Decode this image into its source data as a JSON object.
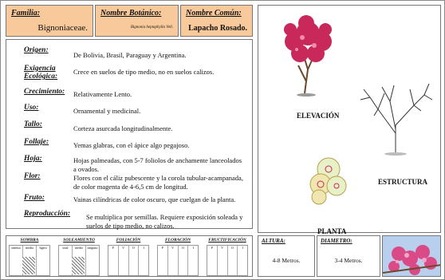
{
  "header": {
    "familia": {
      "label": "Familia:",
      "value": "Bignoniaceae."
    },
    "botanico": {
      "label": "Nombre Botánico:",
      "value": "Bignonia heptaphylla Vell."
    },
    "comun": {
      "label": "Nombre Común:",
      "value": "Lapacho Rosado."
    }
  },
  "rows": [
    {
      "label": "Origen:",
      "value": "De Bolivia, Brasil, Paraguay y Argentina."
    },
    {
      "label": "Exigencia Ecológica:",
      "value": "Crece en suelos de tipo medio, no en suelos calizos."
    },
    {
      "label": "Crecimiento:",
      "value": "Relativamente Lento."
    },
    {
      "label": "Uso:",
      "value": "Ornamental y medicinal."
    },
    {
      "label": "Tallo:",
      "value": "Corteza asurcada longitudinalmente."
    },
    {
      "label": "Follaje:",
      "value": "Yemas glabras, con el ápice algo pegajoso."
    },
    {
      "label": "Hoja:",
      "value": "Hojas palmeadas, con 5-7 foliolos de anchamente lanceolados a ovados."
    },
    {
      "label": "Flor:",
      "value": "Flores con el cáliz pubescente y la corola tubular-acampanada, de color magenta de 4-6,5 cm de longitud."
    },
    {
      "label": "Fruto:",
      "value": "Vainas cilíndricas de color oscuro, que cuelgan de la planta."
    },
    {
      "label": "Reproducción:",
      "value": "Se multiplica por semillas. Requiere exposición soleada y suelos de tipo medio, no calizos."
    }
  ],
  "drawings": {
    "elevacion": "ELEVACIÓN",
    "estructura": "ESTRUCTURA",
    "planta": "PLANTA"
  },
  "bottom": {
    "sombra": {
      "label": "SOMBRA",
      "cells": [
        "intensa",
        "media",
        "ligera"
      ]
    },
    "soleamiento": {
      "label": "SOLEAMIENTO",
      "cells": [
        "total",
        "medio",
        "ninguno"
      ]
    },
    "foliacion": {
      "label": "FOLIACIÓN",
      "cells": [
        "P",
        "V",
        "O",
        "I"
      ]
    },
    "floracion": {
      "label": "FLORACIÓN",
      "cells": [
        "P",
        "V",
        "O",
        "I"
      ]
    },
    "fructificacion": {
      "label": "FRUCTIFICACIÓN",
      "cells": [
        "P",
        "V",
        "O",
        "I"
      ]
    },
    "altura": {
      "label": "ALTURA:",
      "value": "4-8 Metros."
    },
    "diametro": {
      "label": "DIAMETRO:",
      "value": "3-4 Metros."
    }
  },
  "colors": {
    "header_bg": "#f7c99b",
    "flower": "#c8285a"
  }
}
